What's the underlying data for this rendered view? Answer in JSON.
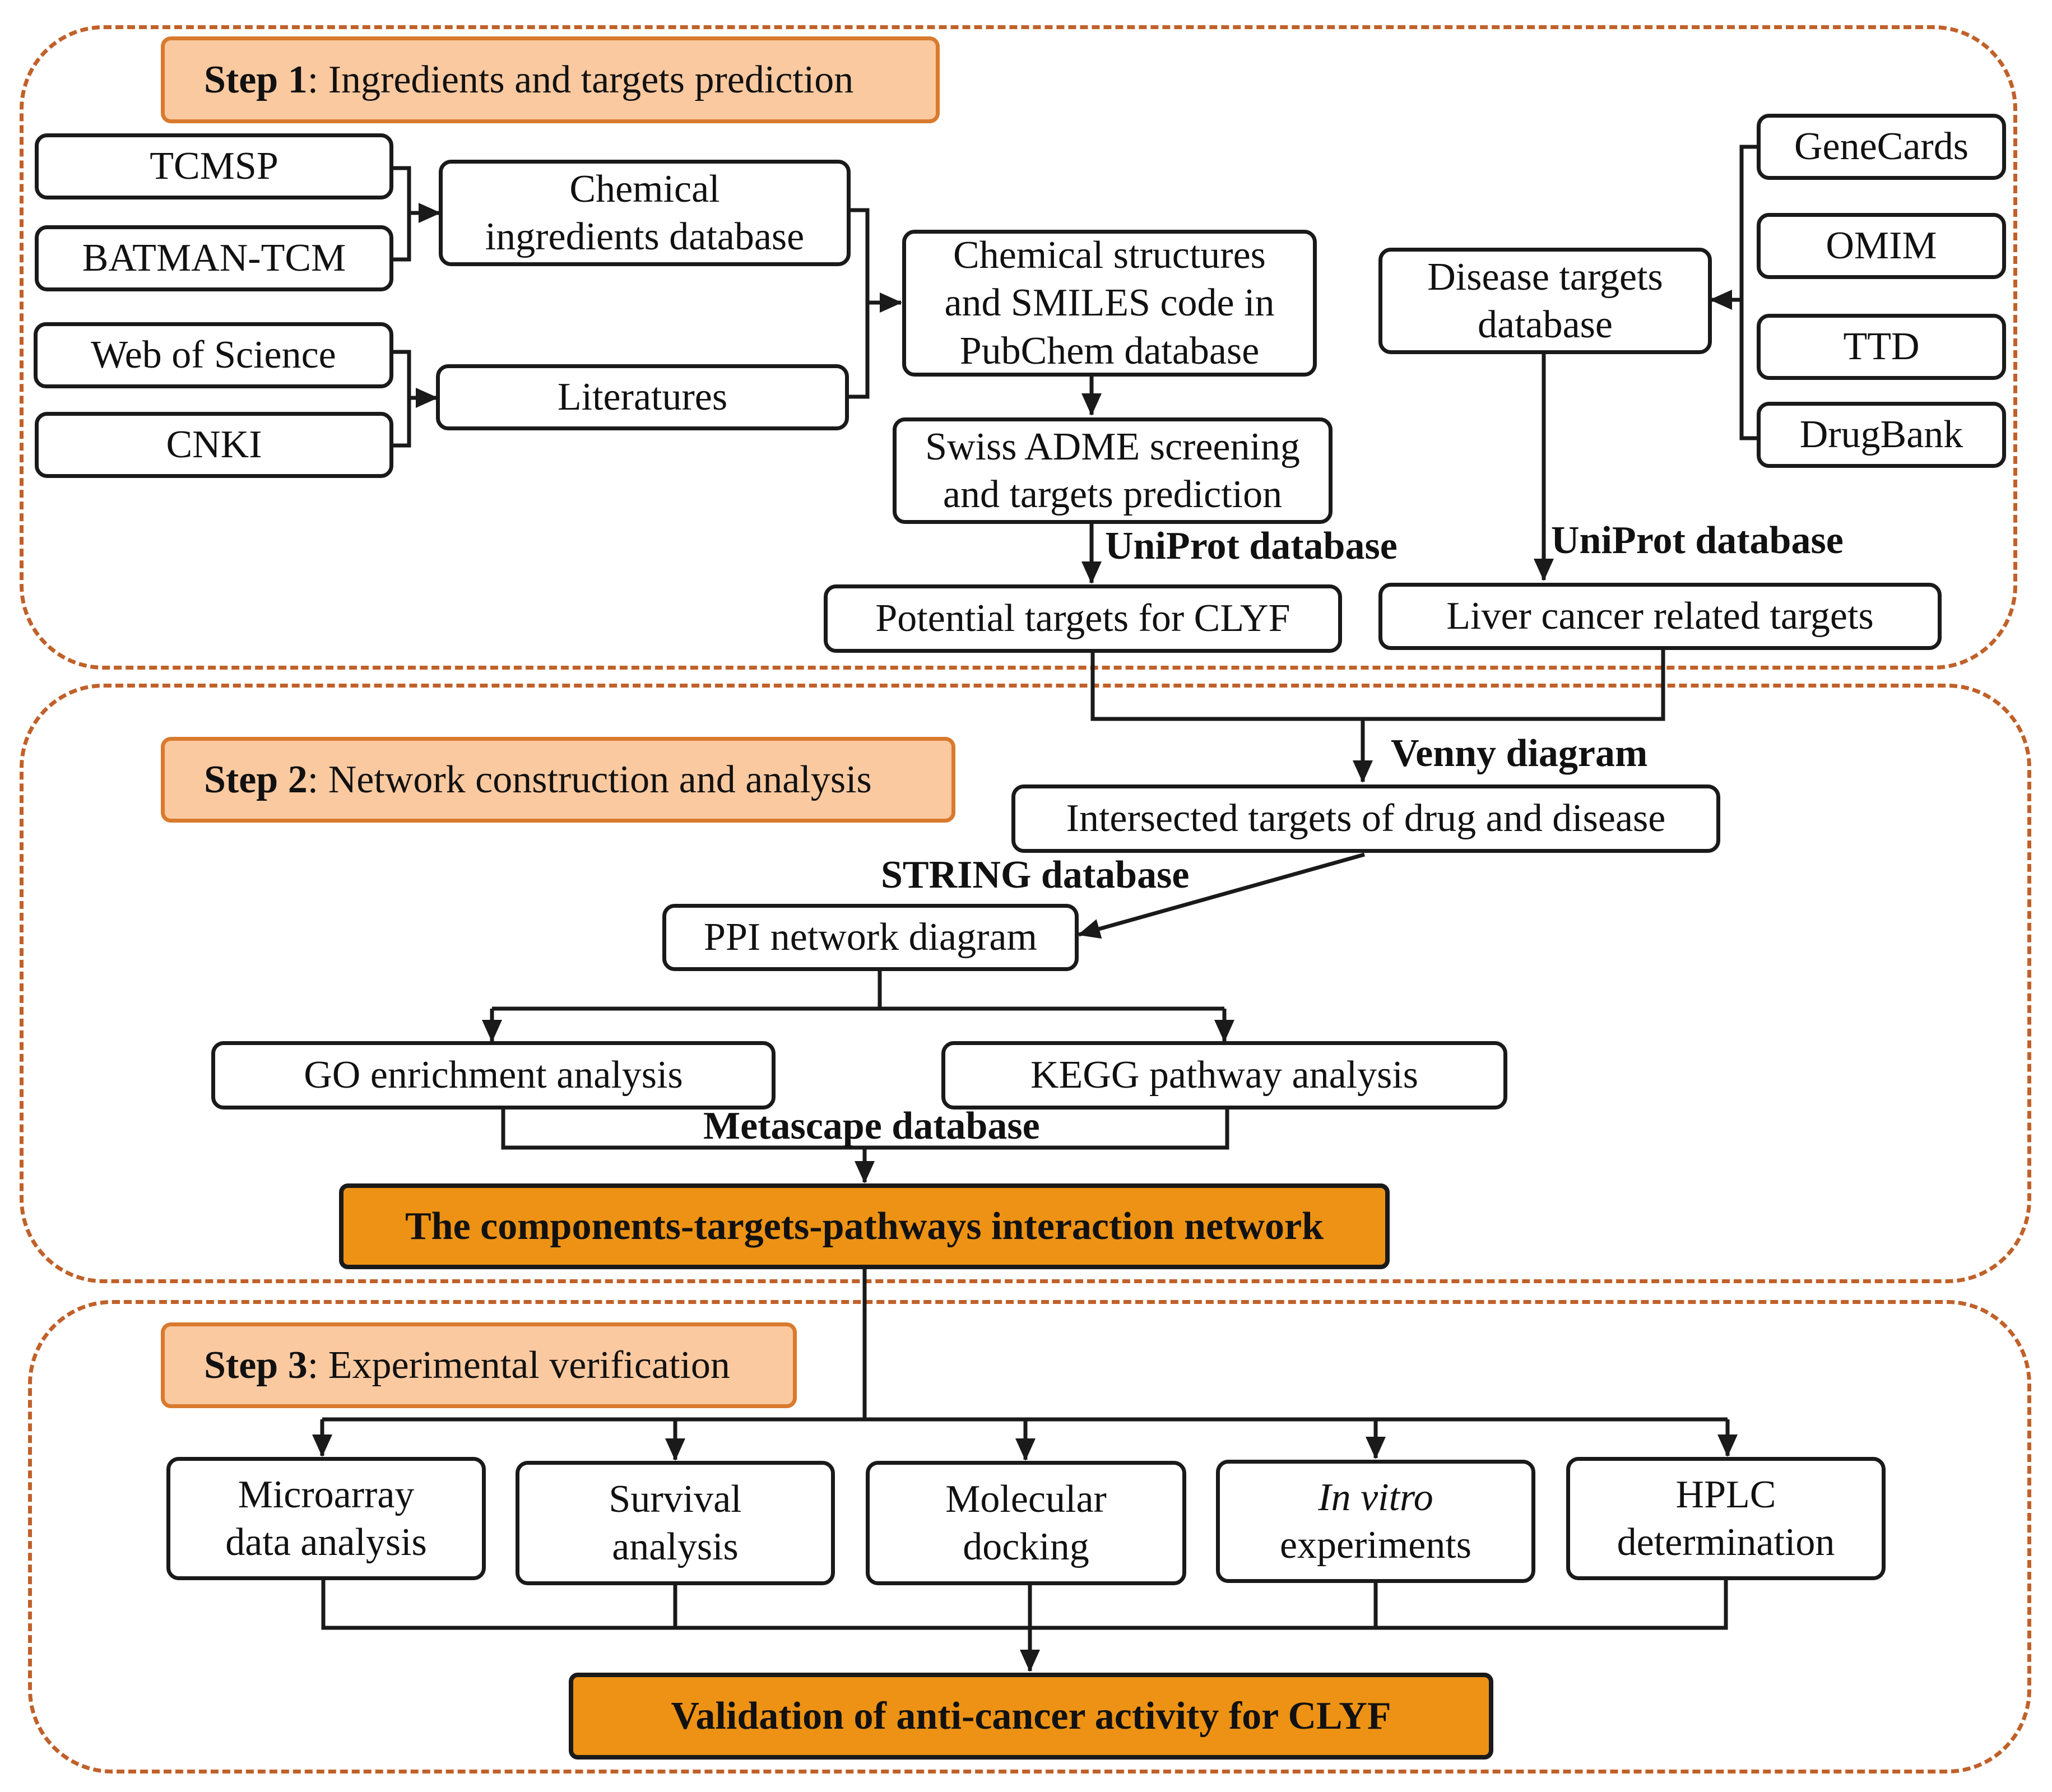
{
  "step1": {
    "bold": "Step 1",
    "text": ": Ingredients and targets prediction"
  },
  "step2": {
    "bold": "Step 2",
    "text": ": Network construction and analysis"
  },
  "step3": {
    "bold": "Step 3",
    "text": ": Experimental verification"
  },
  "sources": {
    "tcmsp": "TCMSP",
    "batman": "BATMAN-TCM",
    "wos": "Web of Science",
    "cnki": "CNKI"
  },
  "chem_db": {
    "line1": "Chemical",
    "line2": "ingredients database"
  },
  "literatures": "Literatures",
  "pubchem": {
    "line1": "Chemical structures",
    "line2": "and SMILES code in",
    "line3": "PubChem database"
  },
  "swiss": {
    "line1": "Swiss ADME screening",
    "line2": "and targets prediction"
  },
  "uniprot_left": "UniProt database",
  "uniprot_right": "UniProt database",
  "potential_targets": "Potential targets for CLYF",
  "disease_db": {
    "line1": "Disease targets",
    "line2": "database"
  },
  "disease_sources": {
    "genecards": "GeneCards",
    "omim": "OMIM",
    "ttd": "TTD",
    "drugbank": "DrugBank"
  },
  "liver_targets": "Liver cancer related targets",
  "venny": "Venny diagram",
  "intersected": "Intersected targets of drug and disease",
  "string_db": "STRING database",
  "ppi": "PPI network diagram",
  "go": "GO enrichment analysis",
  "kegg": "KEGG pathway analysis",
  "metascape": "Metascape database",
  "network": "The components-targets-pathways interaction network",
  "experiments": {
    "microarray": {
      "line1": "Microarray",
      "line2": "data analysis"
    },
    "survival": {
      "line1": "Survival",
      "line2": "analysis"
    },
    "docking": {
      "line1": "Molecular",
      "line2": "docking"
    },
    "invitro": {
      "line1": "In vitro",
      "line2": "experiments"
    },
    "hplc": {
      "line1": "HPLC",
      "line2": "determination"
    }
  },
  "validation": "Validation of anti-cancer activity for CLYF",
  "colors": {
    "section_border": "#c0612a",
    "step_fill": "#fbc9a0",
    "step_border": "#d97a2e",
    "highlight_fill": "#ed9214",
    "line": "#1a1a1a"
  }
}
